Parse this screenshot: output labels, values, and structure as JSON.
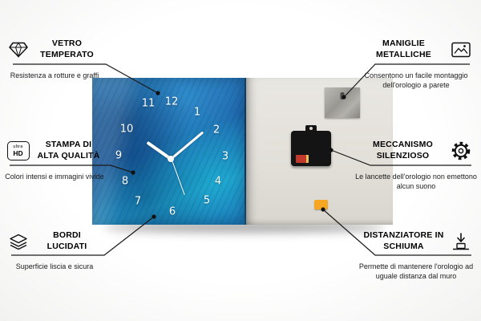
{
  "colors": {
    "clock_blue": "#1b5ea6",
    "line_black": "#1b1b1b",
    "spacer_orange": "#f5a623",
    "battery_red": "#c0392b",
    "back_panel": "#e2dfd9"
  },
  "product": {
    "clock": {
      "numbers": [
        "1",
        "2",
        "3",
        "4",
        "5",
        "6",
        "7",
        "8",
        "9",
        "10",
        "11",
        "12"
      ]
    }
  },
  "callouts": {
    "left": [
      {
        "title": "VETRO TEMPERATO",
        "desc": "Resistenza a rotture e graffi",
        "icon": "diamond-icon"
      },
      {
        "title": "STAMPA DI ALTA QUALITÀ",
        "desc": "Colori intensi e immagini vivide",
        "icon": "ultra-hd-icon",
        "badge": [
          "ultra",
          "HD"
        ]
      },
      {
        "title": "BORDI LUCIDATI",
        "desc": "Superficie liscia e sicura",
        "icon": "layers-icon"
      }
    ],
    "right": [
      {
        "title": "MANIGLIE METALLICHE",
        "desc": "Consentono un facile montaggio dell'orologio a parete",
        "icon": "picture-frame-icon"
      },
      {
        "title": "MECCANISMO SILENZIOSO",
        "desc": "Le lancette dell'orologio non emettono alcun suono",
        "icon": "gear-icon"
      },
      {
        "title": "DISTANZIATORE IN SCHIUMA",
        "desc": "Permette di mantenere l'orologio ad uguale distanza dal muro",
        "icon": "spacer-icon"
      }
    ]
  }
}
